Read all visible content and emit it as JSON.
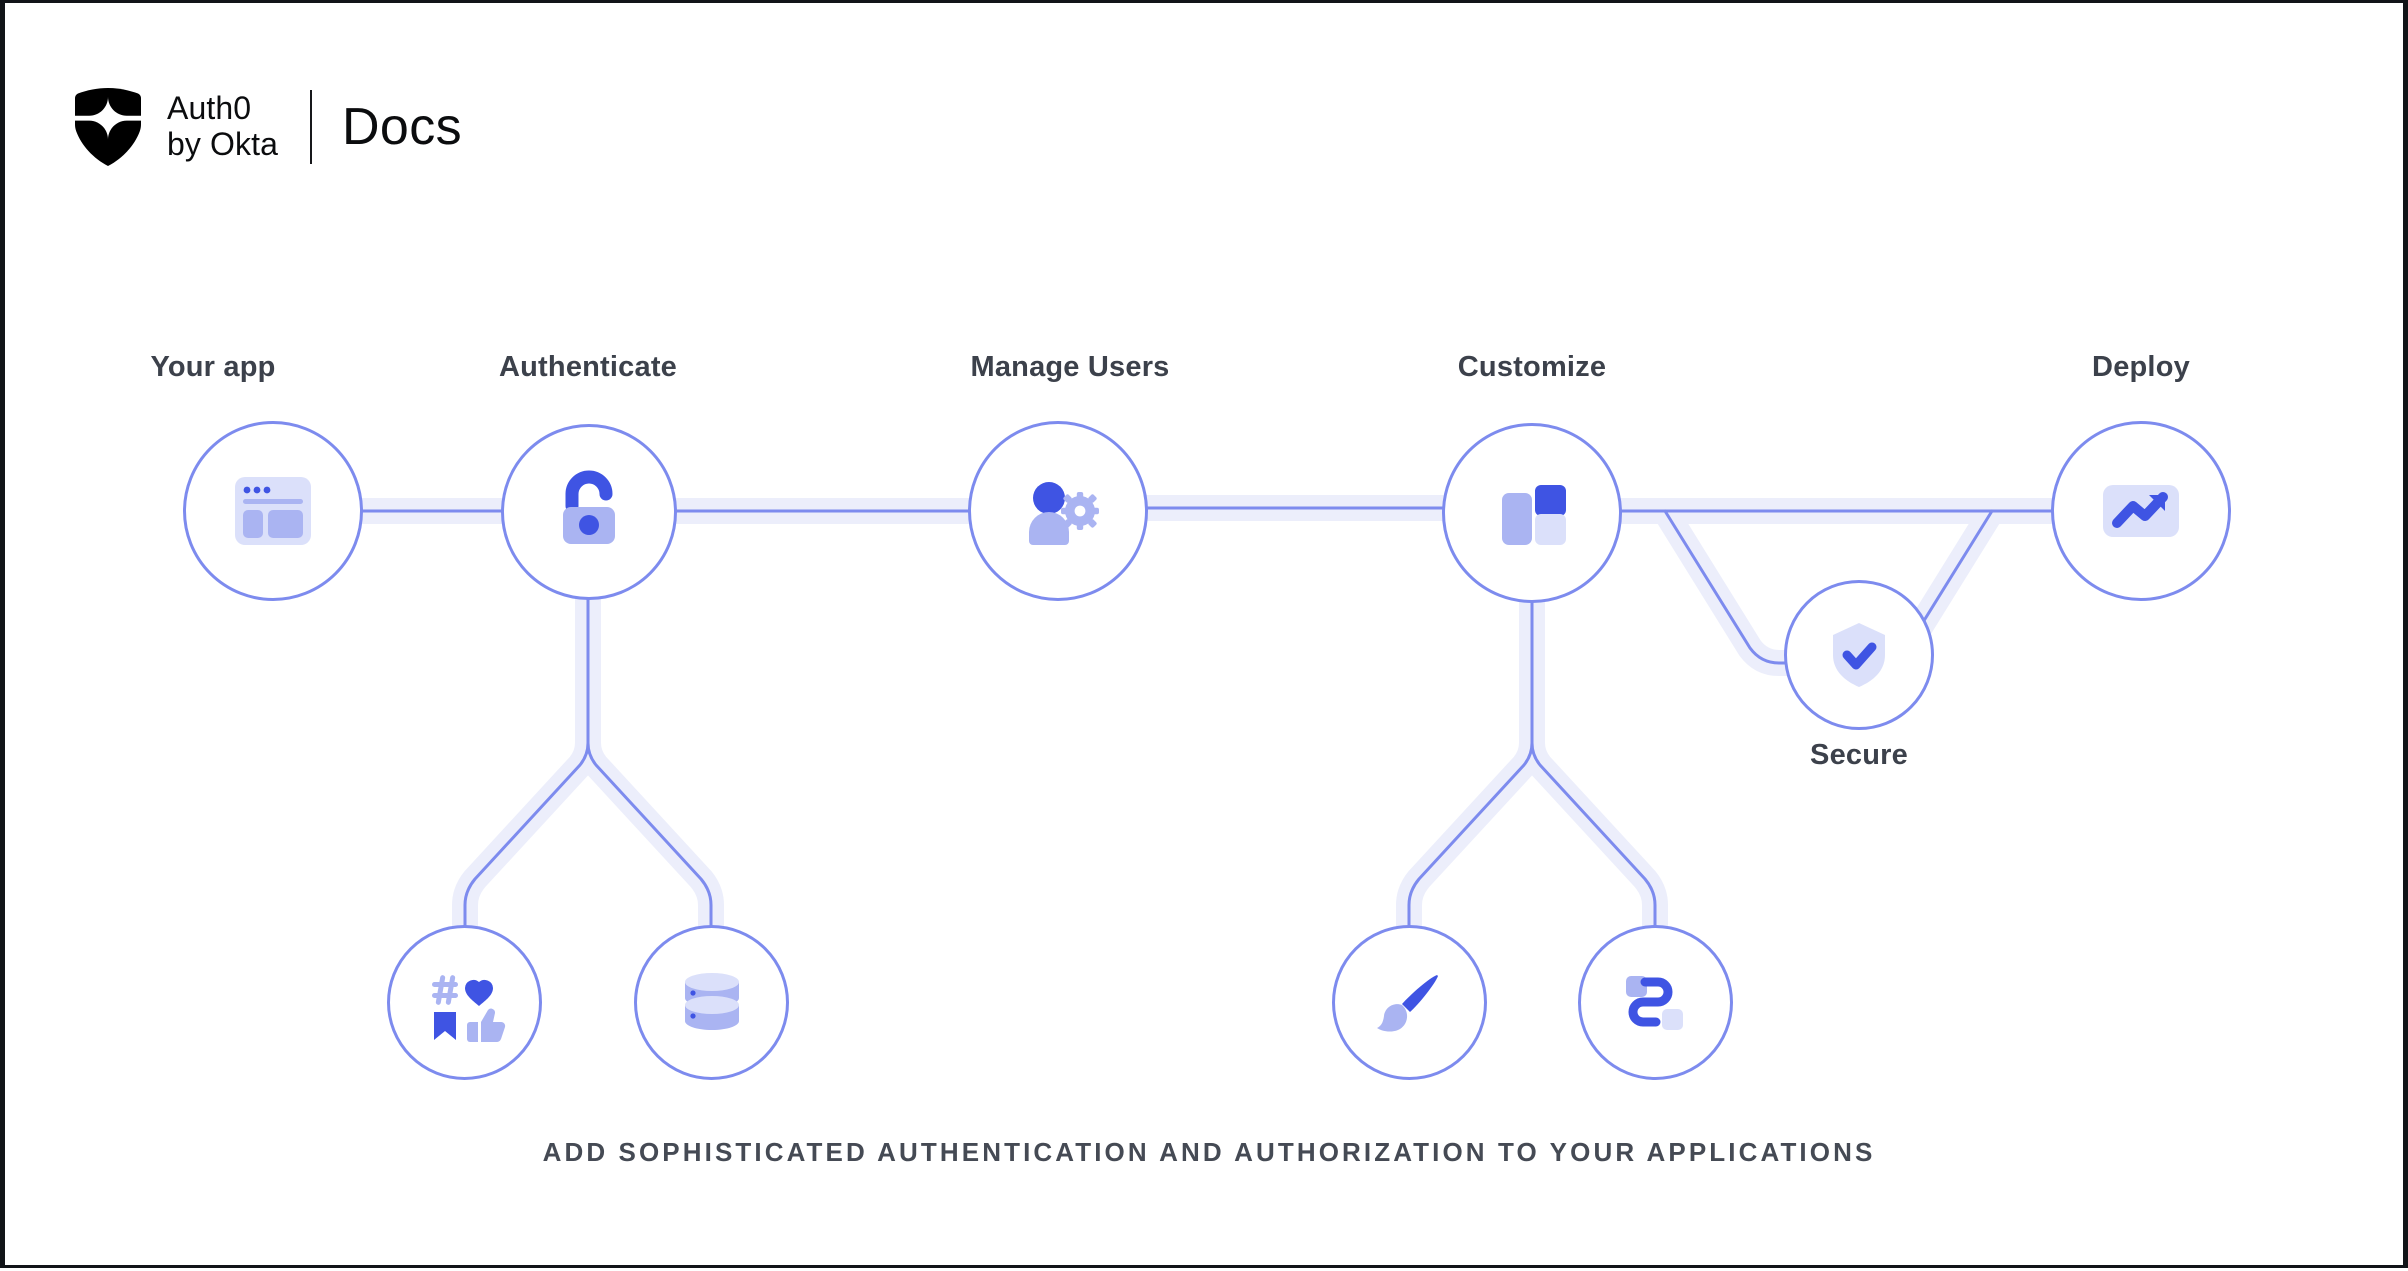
{
  "header": {
    "logo_icon": "auth0-shield-logo",
    "brand_line1": "Auth0",
    "brand_line2": "by Okta",
    "divider": "vertical-rule",
    "product": "Docs"
  },
  "diagram": {
    "type": "flow-diagram",
    "caption": "ADD SOPHISTICATED AUTHENTICATION AND AUTHORIZATION TO YOUR APPLICATIONS",
    "colors": {
      "accent_dark": "#3f54e3",
      "accent_mid": "#aab4f2",
      "accent_light": "#dbe0fa",
      "circle_stroke": "#7d8bee",
      "line_halo": "#eceefb",
      "label_text": "#3c414b",
      "caption_text": "#454a54",
      "background": "#ffffff"
    },
    "nodes": [
      {
        "id": "your-app",
        "label": "Your app",
        "icon": "browser-window-icon",
        "label_position": "above",
        "main_row": true
      },
      {
        "id": "authenticate",
        "label": "Authenticate",
        "icon": "unlock-icon",
        "label_position": "above",
        "main_row": true
      },
      {
        "id": "manage-users",
        "label": "Manage Users",
        "icon": "user-settings-icon",
        "label_position": "above",
        "main_row": true
      },
      {
        "id": "customize",
        "label": "Customize",
        "icon": "layout-blocks-icon",
        "label_position": "above",
        "main_row": true
      },
      {
        "id": "secure",
        "label": "Secure",
        "icon": "shield-check-icon",
        "label_position": "below",
        "main_row": false
      },
      {
        "id": "deploy",
        "label": "Deploy",
        "icon": "trending-up-icon",
        "label_position": "above",
        "main_row": true
      },
      {
        "id": "social",
        "label": "",
        "icon": "social-reactions-icon",
        "label_position": "none",
        "main_row": false
      },
      {
        "id": "database",
        "label": "",
        "icon": "database-icon",
        "label_position": "none",
        "main_row": false
      },
      {
        "id": "branding",
        "label": "",
        "icon": "paintbrush-icon",
        "label_position": "none",
        "main_row": false
      },
      {
        "id": "flows",
        "label": "",
        "icon": "flow-path-icon",
        "label_position": "none",
        "main_row": false
      }
    ],
    "edges": [
      {
        "from": "your-app",
        "to": "authenticate"
      },
      {
        "from": "authenticate",
        "to": "manage-users"
      },
      {
        "from": "manage-users",
        "to": "customize"
      },
      {
        "from": "customize",
        "to": "deploy"
      },
      {
        "from": "customize",
        "to": "secure"
      },
      {
        "from": "secure",
        "to": "deploy"
      },
      {
        "from": "authenticate",
        "to": "social"
      },
      {
        "from": "authenticate",
        "to": "database"
      },
      {
        "from": "customize",
        "to": "branding"
      },
      {
        "from": "customize",
        "to": "flows"
      }
    ]
  }
}
